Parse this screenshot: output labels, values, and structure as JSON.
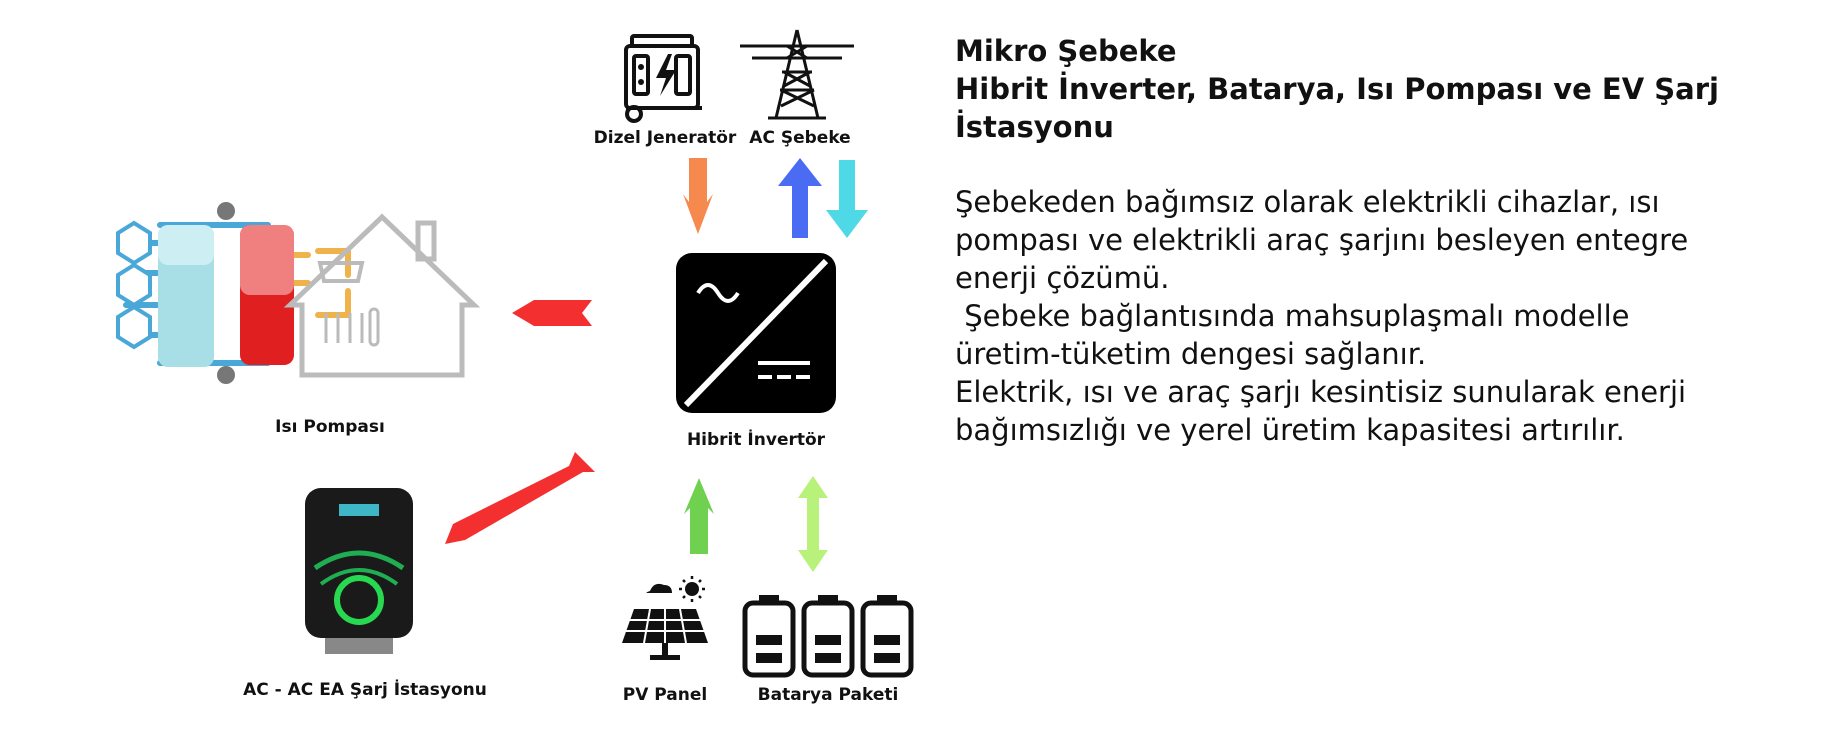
{
  "title": {
    "lines": [
      "Mikro Şebeke",
      "Hibrit İnverter, Batarya, Isı Pompası ve EV Şarj",
      "İstasyonu"
    ]
  },
  "description": {
    "lines": [
      "Şebekeden bağımsız olarak elektrikli cihazlar, ısı",
      "pompası ve elektrikli araç şarjını besleyen entegre",
      "enerji çözümü.",
      " Şebeke bağlantısında mahsuplaşmalı modelle",
      "üretim-tüketim dengesi sağlanır.",
      "Elektrik, ısı ve araç şarjı kesintisiz sunularak enerji",
      "bağımsızlığı ve yerel üretim kapasitesi artırılır."
    ]
  },
  "nodes": {
    "generator": "Dizel Jeneratör",
    "grid": "AC Şebeke",
    "heat_pump": "Isı Pompası",
    "inverter": "Hibrit İnvertör",
    "ev_charger": "AC - AC EA Şarj İstasyonu",
    "pv": "PV Panel",
    "battery": "Batarya Paketi"
  },
  "colors": {
    "generator_arrow": "#f5894e",
    "grid_up_arrow": "#4a6cf2",
    "grid_down_arrow": "#4fd8e6",
    "load_arrow": "#f42f2f",
    "pv_arrow": "#6fd14f",
    "battery_arrow": "#b8f27a",
    "inverter_body": "#000000"
  }
}
